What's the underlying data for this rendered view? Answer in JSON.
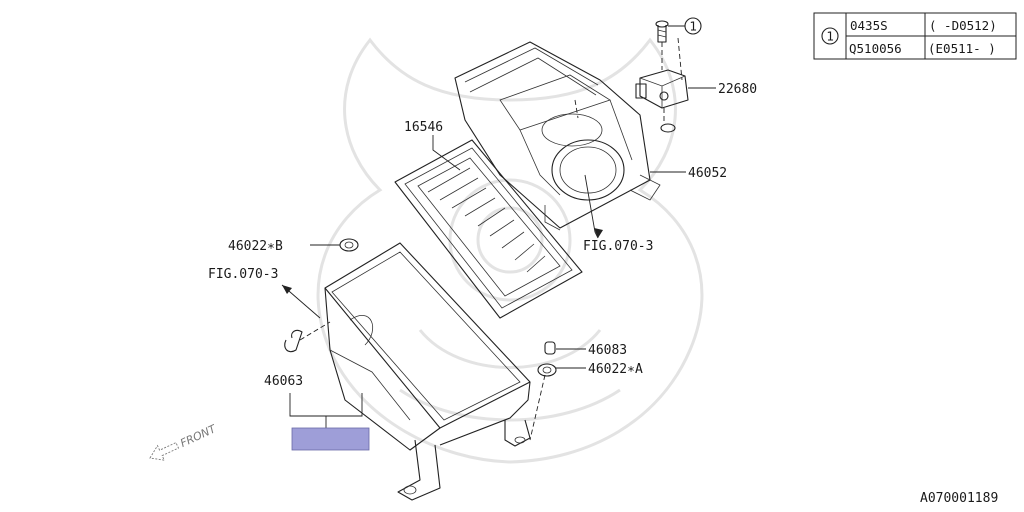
{
  "colors": {
    "line": "#222222",
    "highlight_box": "#9e9ed8",
    "watermark": "#e3e3e3",
    "front_text": "#777777"
  },
  "labels": {
    "p16546": "16546",
    "p22680": "22680",
    "p46052": "46052",
    "p46022b": "46022∗B",
    "p46022a": "46022∗A",
    "p46083": "46083",
    "p46063": "46063",
    "fig_top": "FIG.070-3",
    "fig_left": "FIG.070-3",
    "front": "FRONT",
    "circled_one": "1",
    "reference_code": "A070001189"
  },
  "table": {
    "key": "1",
    "rows": [
      {
        "part": "0435S",
        "range": "( -D0512)"
      },
      {
        "part": "Q510056",
        "range": "(E0511- )"
      }
    ]
  },
  "icons": {
    "front_arrow": "front-arrow-icon",
    "circled_number": "circled-number-icon",
    "watermark": "watermark-emblem-icon"
  }
}
